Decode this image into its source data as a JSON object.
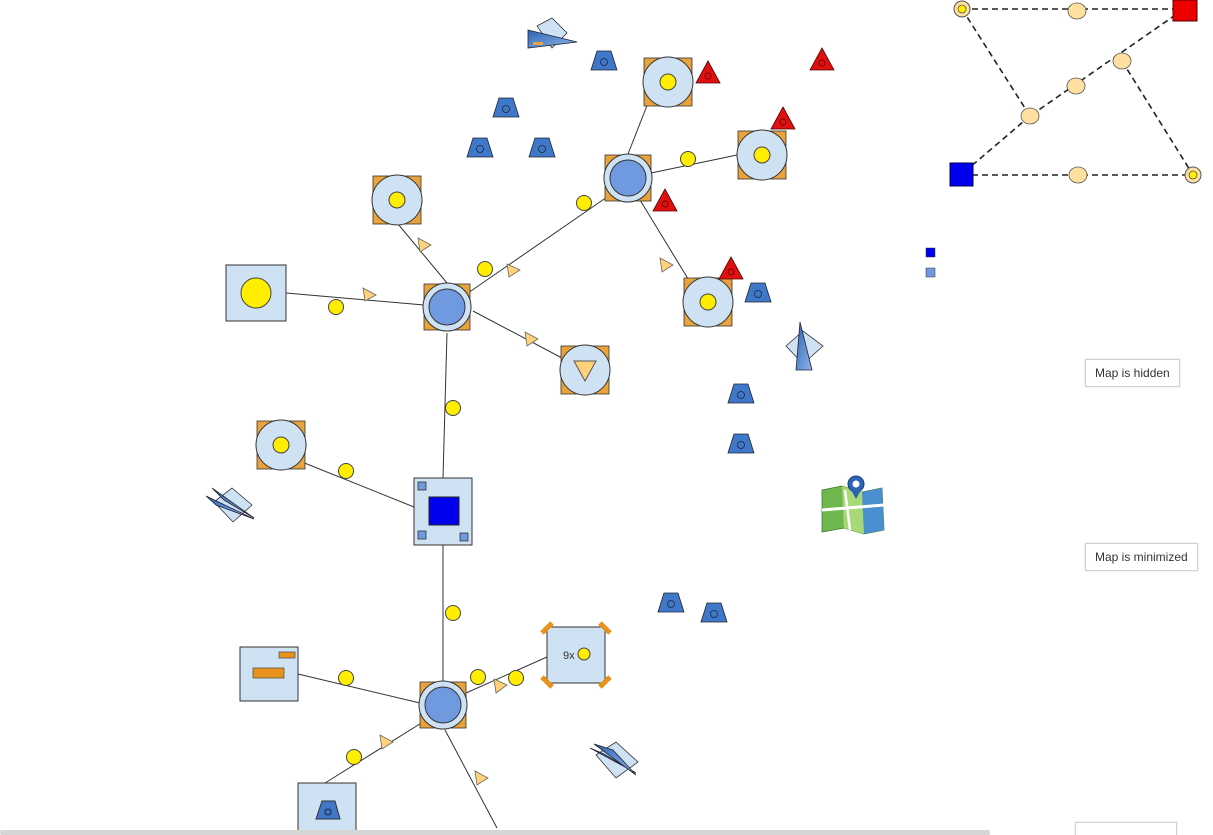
{
  "colors": {
    "node_fill": "#cfe2f3",
    "node_stroke": "#333333",
    "hub_fill": "#6f9ae0",
    "port_orange": "#e8a33c",
    "yellow": "#ffee00",
    "blue_tri": "#3f78c8",
    "red_tri": "#e01010",
    "pale_tri": "#ffd27a",
    "dark_blue_square": "#0000ee",
    "red_square": "#ee0000",
    "minimap_node": "#ffe0a0"
  },
  "nodes": {
    "group_label": "9x"
  },
  "toolbar": {
    "map_hidden_label": "Map is hidden",
    "map_minimized_label": "Map is minimized"
  },
  "icons": {
    "map_icon": "folded-map-with-location-pin-icon"
  }
}
